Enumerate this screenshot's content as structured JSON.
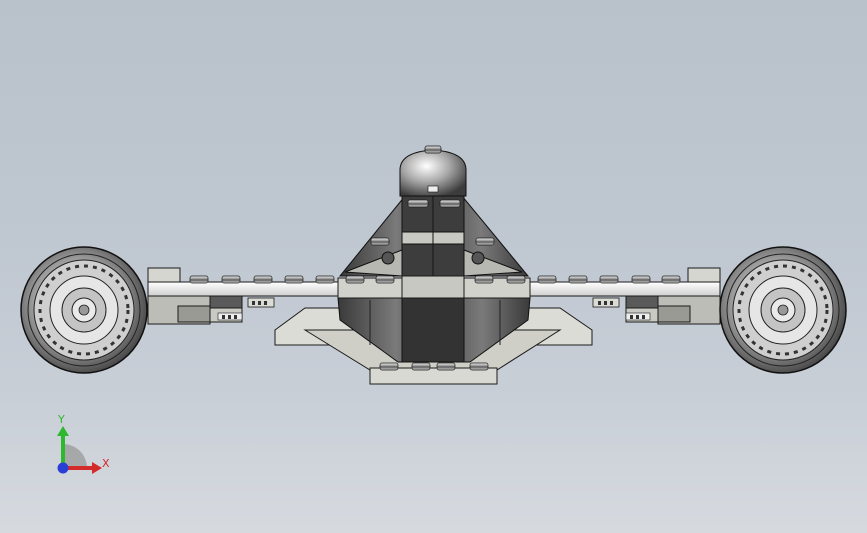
{
  "viewport": {
    "background_top": "#b9c1cb",
    "background_bottom": "#d6dadf"
  },
  "model": {
    "description_icon": "lego-spaceship-model"
  },
  "triad": {
    "y_label": "Y",
    "x_label": "X",
    "y_color": "#2db82d",
    "x_color": "#d42a2a",
    "z_color": "#2a3fd4"
  }
}
